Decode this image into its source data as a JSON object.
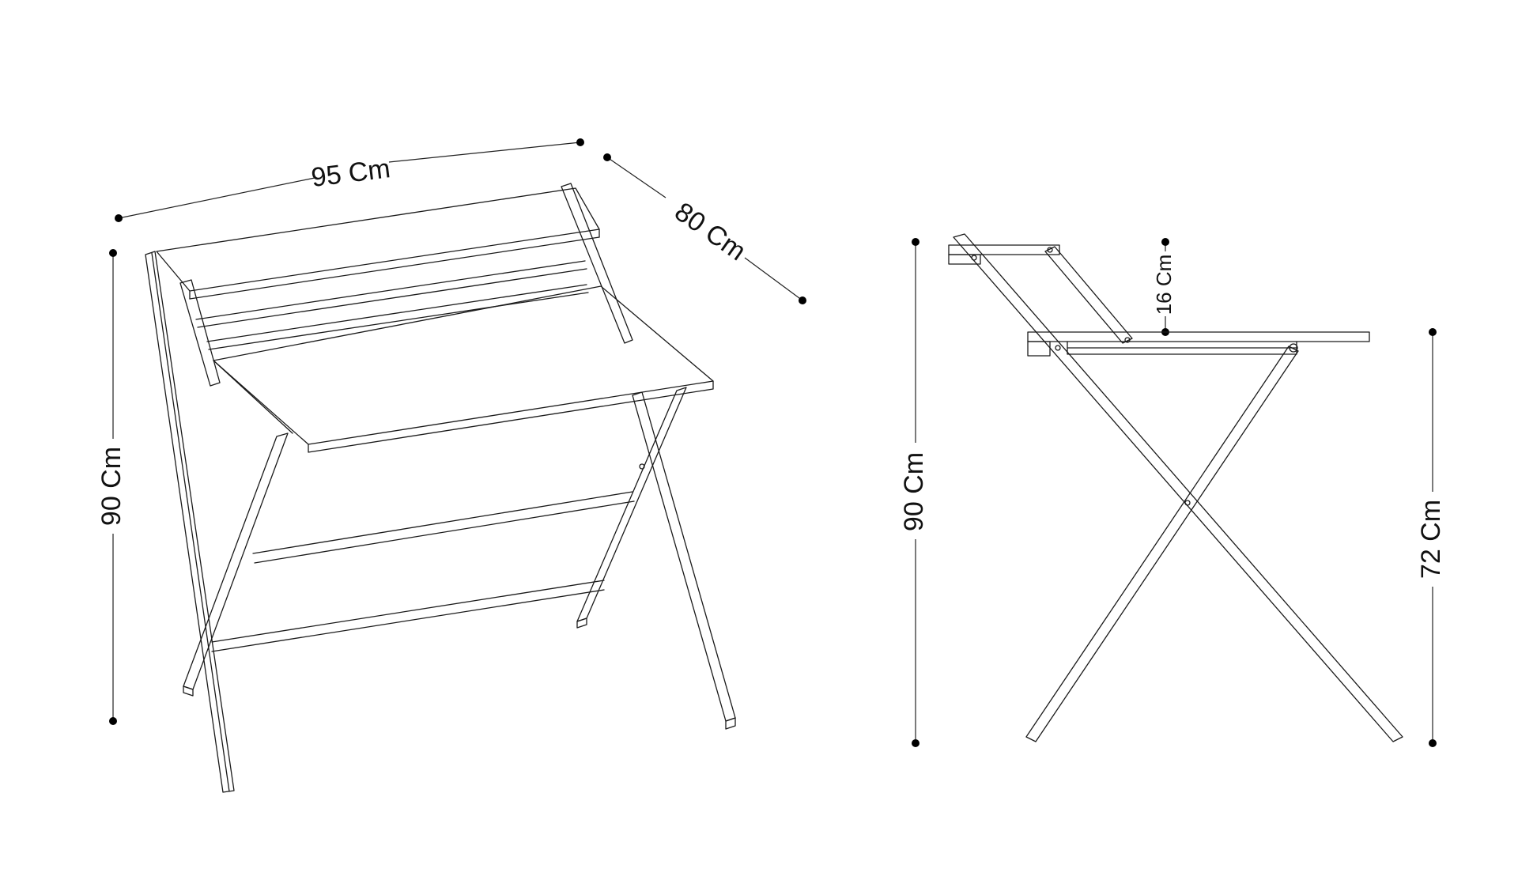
{
  "dimensions": {
    "front_width": "95 Cm",
    "front_depth": "80 Cm",
    "front_height": "90 Cm",
    "side_height": "90 Cm",
    "side_shelf_gap": "16 Cm",
    "side_table_height": "72 Cm"
  },
  "colors": {
    "line": "#1a1a1a",
    "background": "#ffffff"
  }
}
